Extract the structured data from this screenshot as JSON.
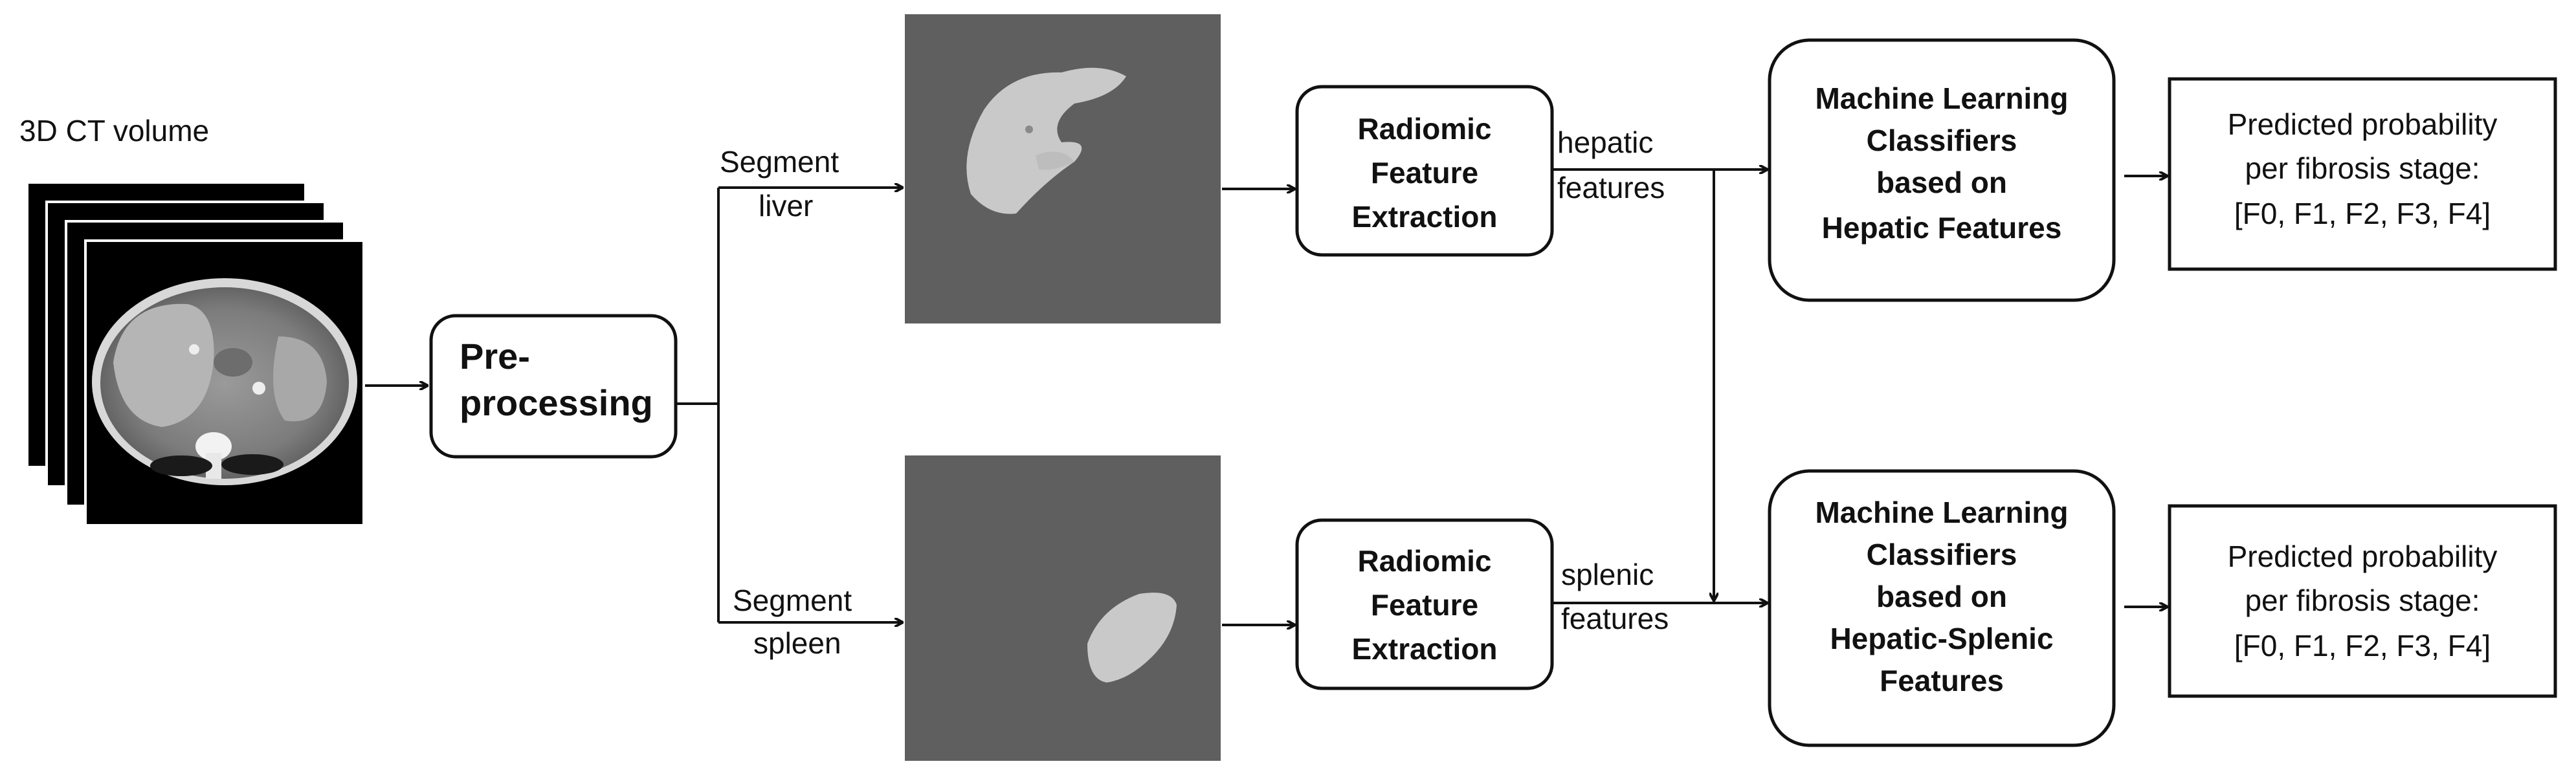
{
  "ct_volume": {
    "label": "3D CT volume"
  },
  "preprocess": {
    "line1": "Pre-",
    "line2": "processing"
  },
  "segment_liver": {
    "line1": "Segment",
    "line2": "liver"
  },
  "segment_spleen": {
    "line1": "Segment",
    "line2": "spleen"
  },
  "radiomic_top": {
    "lines": [
      "Radiomic",
      "Feature",
      "Extraction"
    ]
  },
  "radiomic_bottom": {
    "lines": [
      "Radiomic",
      "Feature",
      "Extraction"
    ]
  },
  "hepatic_features": {
    "line1": "hepatic",
    "line2": "features"
  },
  "splenic_features": {
    "line1": "splenic",
    "line2": "features"
  },
  "ml_hepatic": {
    "lines": [
      "Machine Learning",
      "Classifiers",
      "based on",
      "Hepatic Features"
    ]
  },
  "ml_hepatic_splenic": {
    "lines": [
      "Machine Learning",
      "Classifiers",
      "based on",
      "Hepatic-Splenic",
      "Features"
    ]
  },
  "output_top": {
    "lines": [
      "Predicted probability",
      "per fibrosis stage:",
      "[F0, F1, F2, F3, F4]"
    ]
  },
  "output_bottom": {
    "lines": [
      "Predicted probability",
      "per fibrosis stage:",
      "[F0, F1, F2, F3, F4]"
    ]
  },
  "colors": {
    "line": "#111111",
    "mask_bg": "#5f5f5f",
    "organ": "#c8c8c8",
    "ct_bg": "#000000"
  }
}
